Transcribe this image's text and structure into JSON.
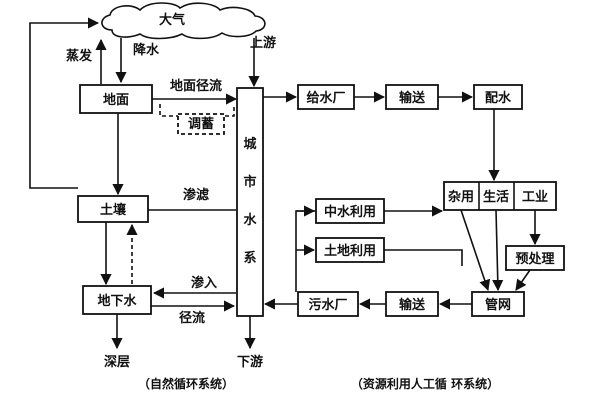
{
  "cloud": {
    "label": "大气"
  },
  "natural": {
    "evaporation": "蒸发",
    "precipitation": "降水",
    "upstream": "上游",
    "surface": "地面",
    "surface_runoff": "地面径流",
    "regulation": "调蓄",
    "soil": "土壤",
    "infiltration_filter": "渗滤",
    "groundwater": "地下水",
    "seepage_in": "渗入",
    "runoff": "径流",
    "deep_layer": "深层",
    "downstream": "下游",
    "city_water_system": [
      "城",
      "市",
      "水",
      "系"
    ],
    "caption": "（自然循环系统）"
  },
  "artificial": {
    "water_plant": "给水厂",
    "transport_top": "输送",
    "distribution": "配水",
    "misc_use": "杂用",
    "domestic": "生活",
    "industry": "工业",
    "reclaimed_water": "中水利用",
    "land_use": "土地利用",
    "pretreatment": "预处理",
    "sewage_plant": "污水厂",
    "transport_bottom": "输送",
    "pipe_network": "管网",
    "caption": "（资源利用人工循 环系统）"
  }
}
